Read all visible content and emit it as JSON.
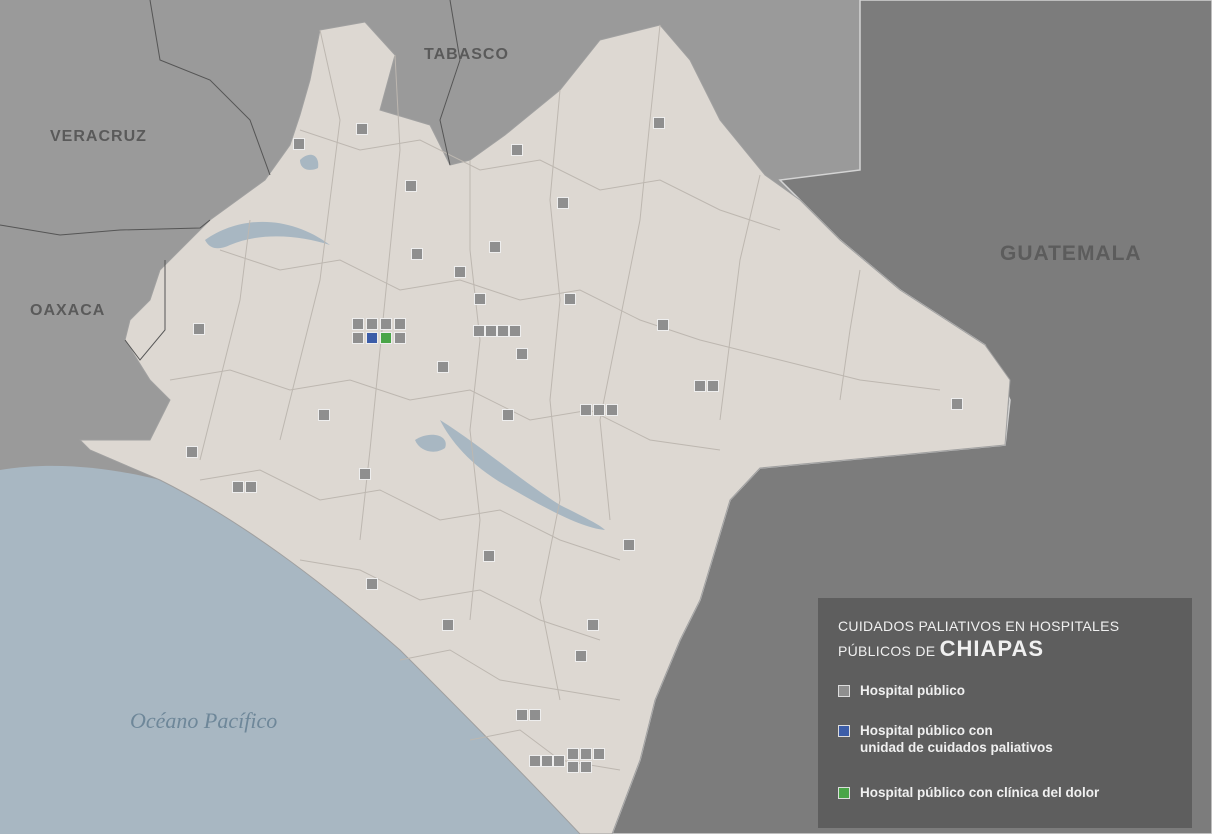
{
  "map": {
    "regions": {
      "tabasco": "TABASCO",
      "veracruz": "VERACRUZ",
      "oaxaca": "OAXACA",
      "guatemala": "GUATEMALA"
    },
    "ocean": "Océano Pacífico"
  },
  "legend": {
    "title_line1": "CUIDADOS PALIATIVOS EN HOSPITALES",
    "title_line2_prefix": "PÚBLICOS DE ",
    "title_state": "CHIAPAS",
    "items": [
      {
        "label": "Hospital público",
        "color": "#8f8f8f"
      },
      {
        "label_line1": "Hospital público con",
        "label_line2": "unidad de cuidados paliativos",
        "color": "#3c5da8"
      },
      {
        "label": "Hospital público con clínica del dolor",
        "color": "#4aa548"
      }
    ]
  },
  "colors": {
    "land_chiapas": "#ddd8d2",
    "neighbors": "#9a9a9a",
    "guatemala": "#7c7c7c",
    "ocean": "#a8b7c2",
    "hospital": "#8f8f8f",
    "palliative": "#3c5da8",
    "pain_clinic": "#4aa548"
  },
  "hospital_counts": {
    "hospital_publico": 53,
    "con_unidad_cuidados_paliativos": 1,
    "con_clinica_del_dolor": 1
  }
}
